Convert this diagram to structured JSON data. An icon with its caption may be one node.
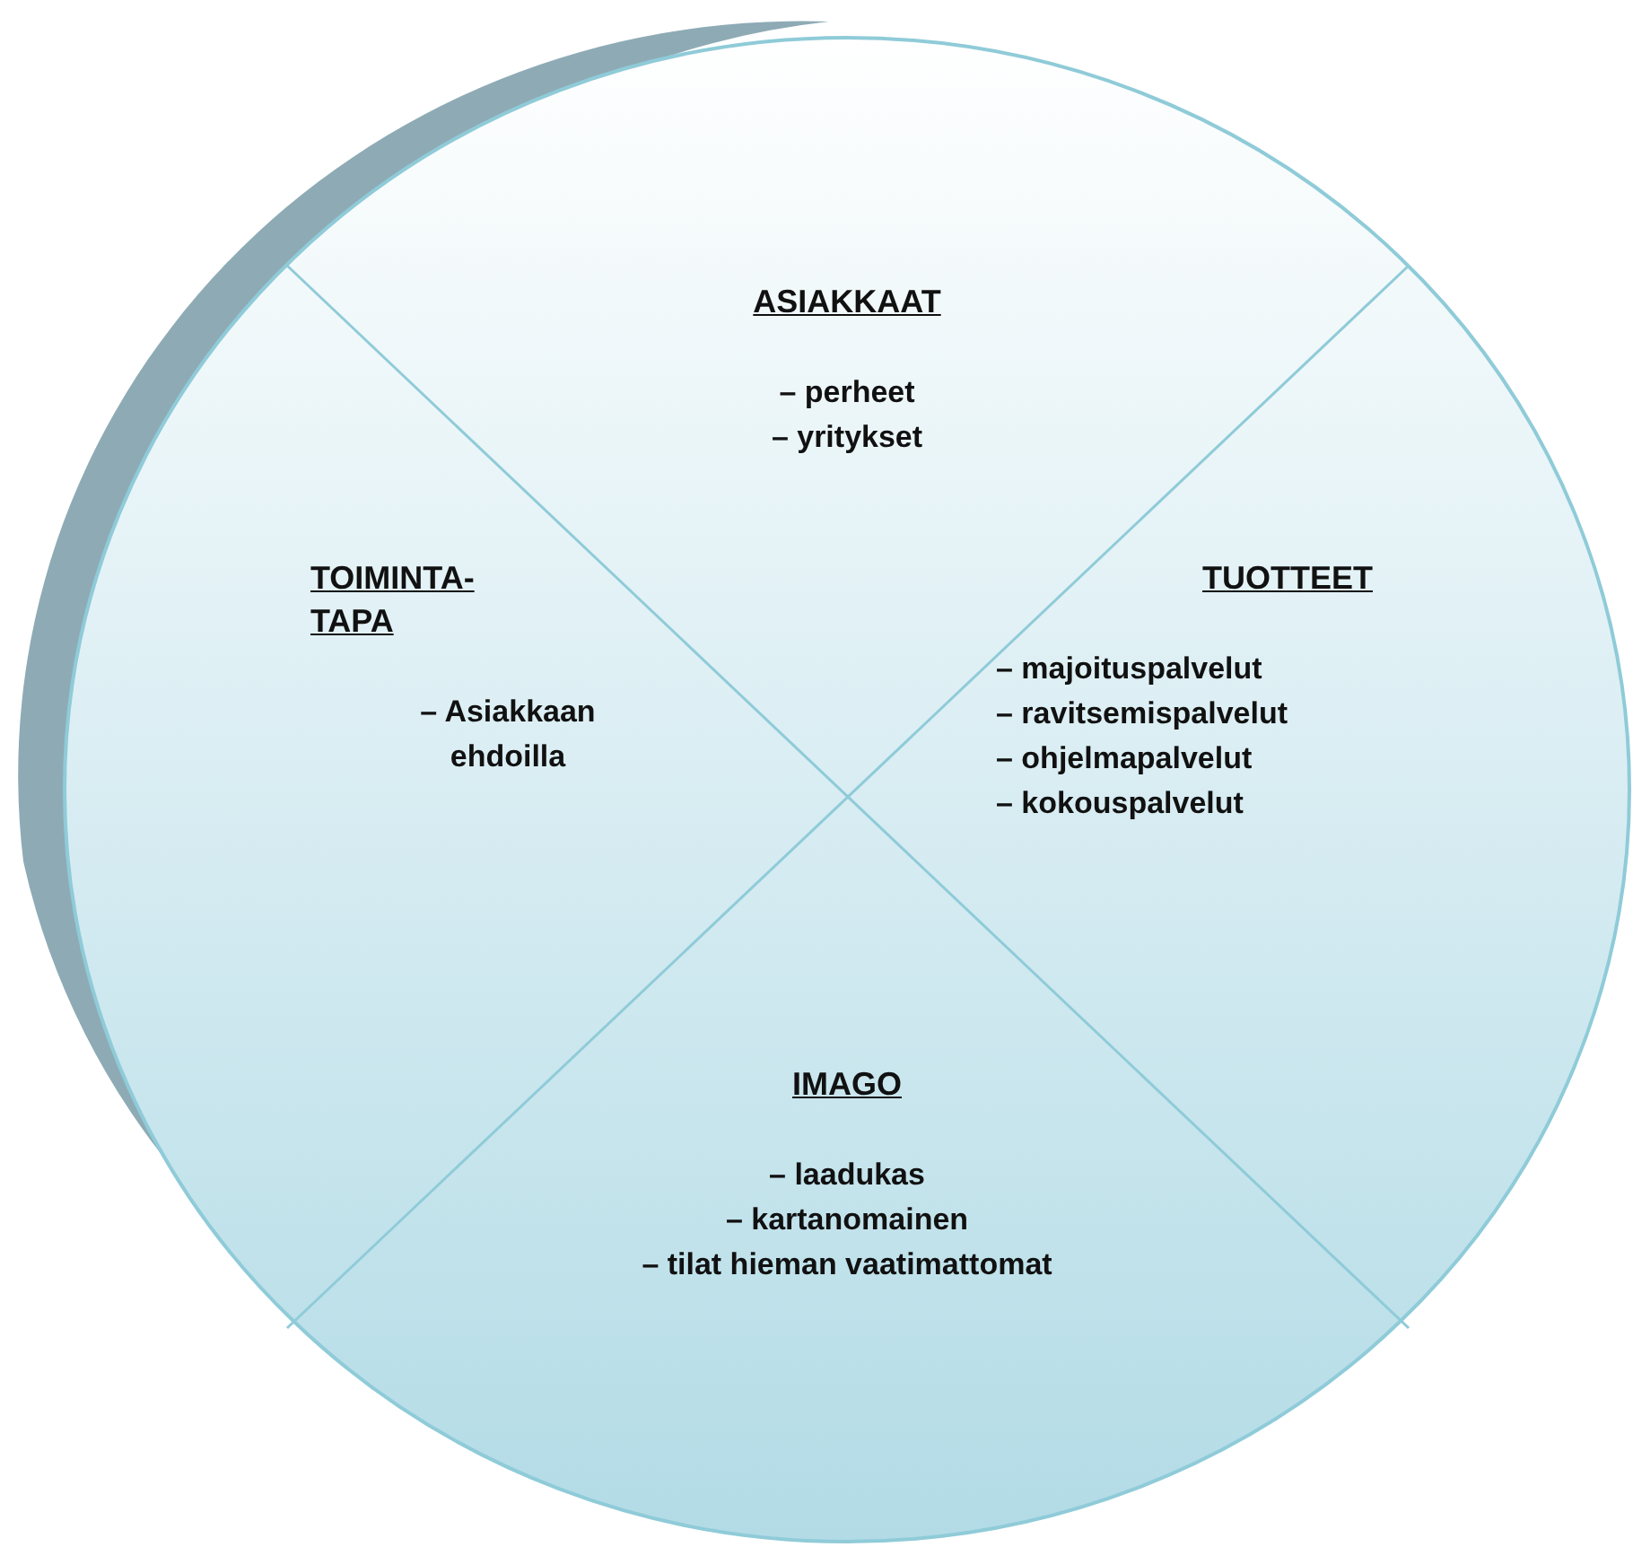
{
  "diagram": {
    "nodes": [
      {
        "text": [],
        "shape": "circle"
      },
      {
        "text": [
          "ASIAKKAAT",
          "– perheet",
          "– yritykset"
        ],
        "in": 0
      },
      {
        "text": [
          "TOIMINTA- TAPA",
          "– Asiakkaan ehdoilla"
        ],
        "in": 0
      },
      {
        "text": [
          "TUOTTEET",
          "– majoituspalvelut",
          "– ravitsemispalvelut",
          "– ohjelmapalvelut",
          "– kokouspalvelut"
        ],
        "in": 0
      },
      {
        "text": [
          "IMAGO",
          "– laadukas",
          "– kartanomainen",
          "– tilat hieman vaatimattomat"
        ],
        "in": 0
      }
    ]
  }
}
